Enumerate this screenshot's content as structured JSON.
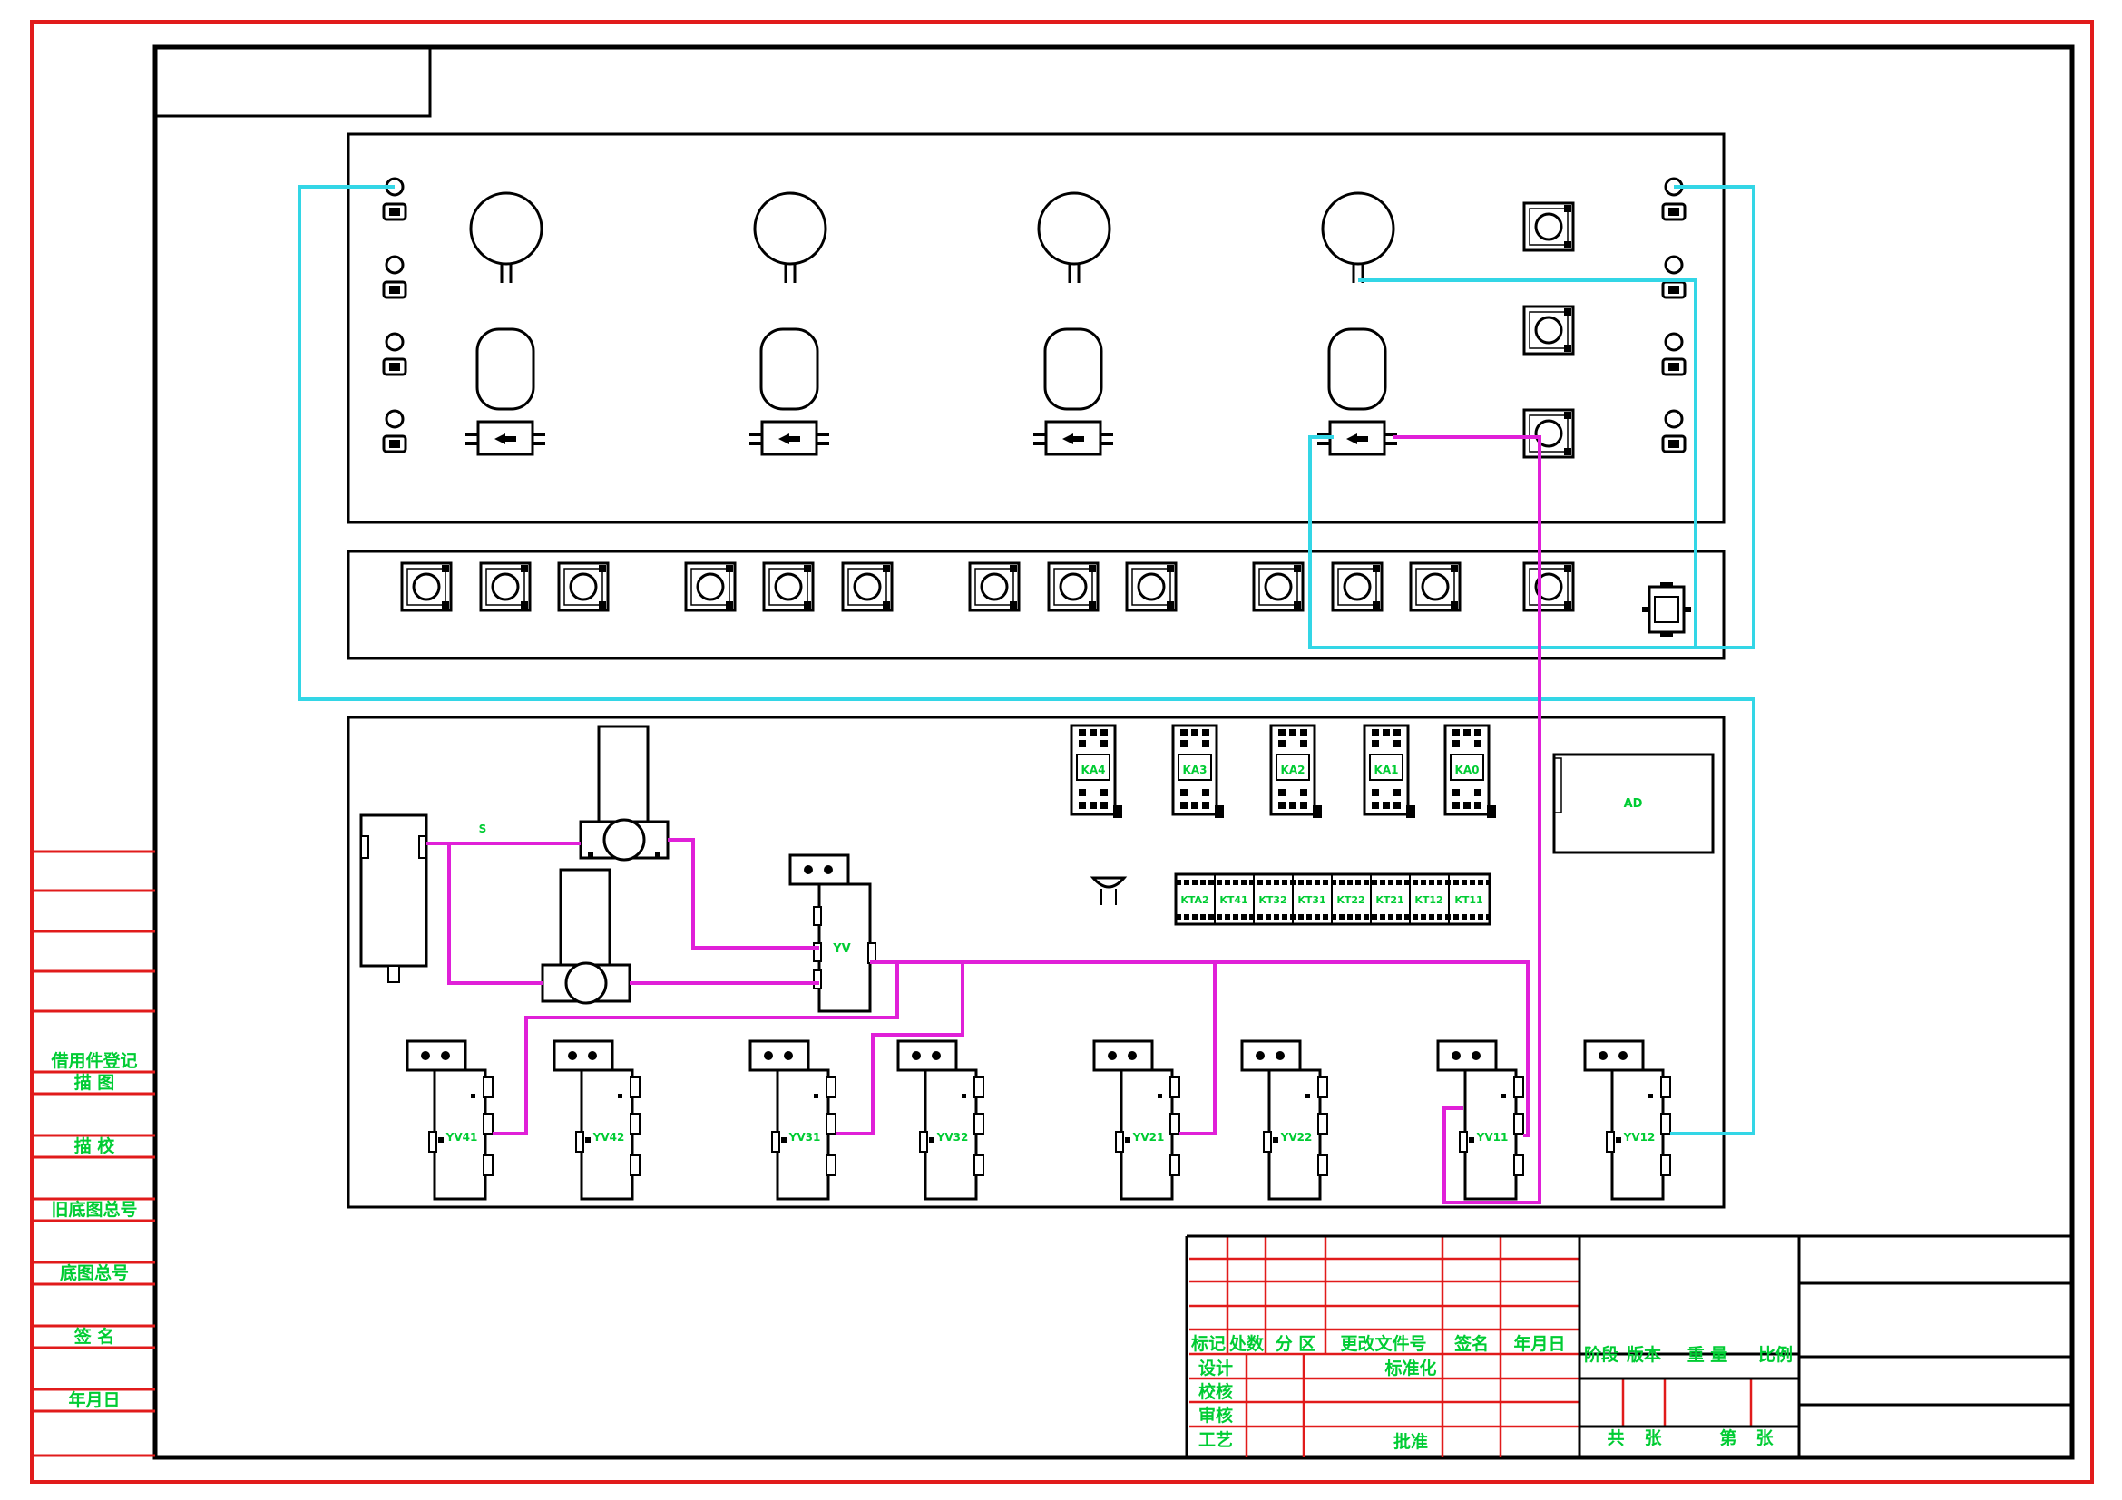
{
  "colors": {
    "frame_outer": "#e11b1b",
    "line": "#000000",
    "wire_cyan": "#33d6e6",
    "wire_magenta": "#e020d8",
    "label_green": "#00cc33",
    "grid_red": "#e11b1b"
  },
  "side_panel": {
    "rows": [
      "借用件登记",
      "描 图",
      "描 校",
      "旧底图总号",
      "底图总号",
      "签 名",
      "年月日"
    ]
  },
  "valve_labels": [
    "YV41",
    "YV42",
    "YV31",
    "YV32",
    "YV21",
    "YV22",
    "YV11",
    "YV12"
  ],
  "main_valve_label": "YV",
  "relay_labels": [
    "KA4",
    "KA3",
    "KA2",
    "KA1",
    "KA0"
  ],
  "timer_labels": [
    "KTA2",
    "KT41",
    "KT32",
    "KT31",
    "KT22",
    "KT21",
    "KT12",
    "KT11"
  ],
  "ad_label": "AD",
  "s_label": "S",
  "title_block": {
    "header": [
      "标记",
      "处数",
      "分 区",
      "更改文件号",
      "签名",
      "年月日"
    ],
    "design": "设计",
    "standardize": "标准化",
    "check": "校核",
    "review": "审核",
    "process": "工艺",
    "approve": "批准",
    "stage": "阶段",
    "version": "版本",
    "weight": "重 量",
    "scale": "比例",
    "total": "共",
    "sheets": "张",
    "page": "第",
    "sheet2": "张"
  }
}
